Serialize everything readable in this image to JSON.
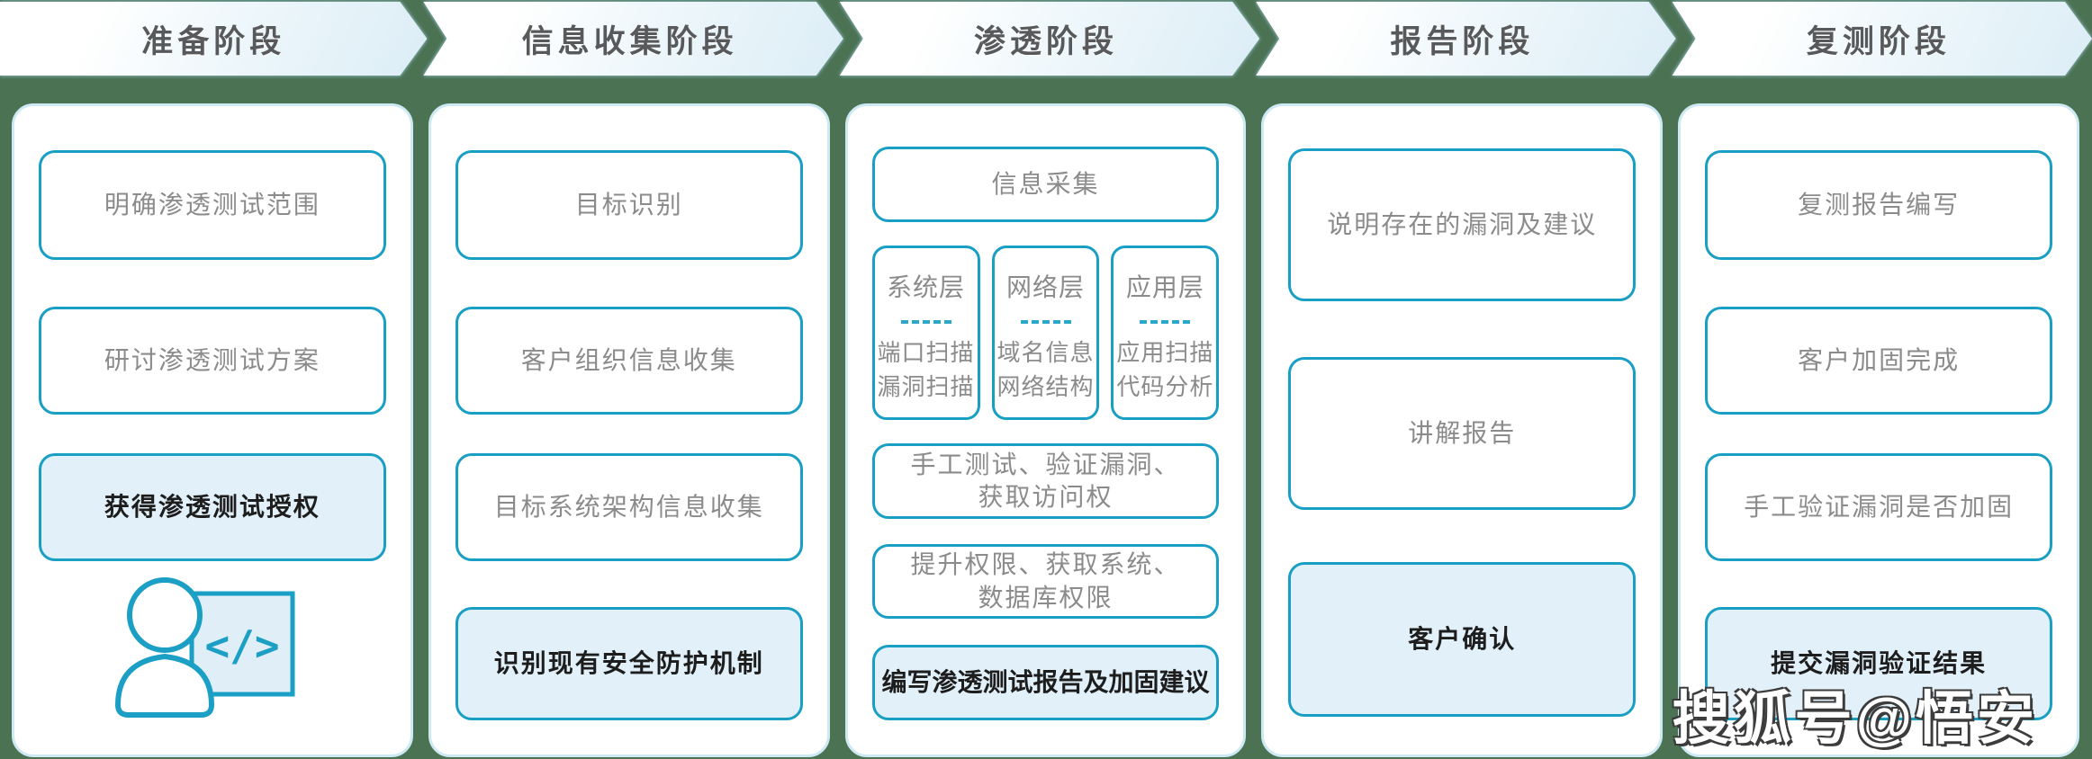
{
  "colors": {
    "background": "#4c7254",
    "box_border": "#189fc3",
    "highlight_fill": "#e2f1f9",
    "panel_border": "#cde9f3",
    "gray_text": "#8b8b8b",
    "dark_text": "#1d1d1d",
    "header_text": "#58595b",
    "dash": "#2aa7c9"
  },
  "header": {
    "phases": [
      "准备阶段",
      "信息收集阶段",
      "渗透阶段",
      "报告阶段",
      "复测阶段"
    ]
  },
  "columns": {
    "preparation": {
      "items": [
        "明确渗透测试范围",
        "研讨渗透测试方案",
        "获得渗透测试授权"
      ],
      "icon": "person-code-icon",
      "icon_glyph": "</>"
    },
    "info_gathering": {
      "items": [
        "目标识别",
        "客户组织信息收集",
        "目标系统架构信息收集",
        "识别现有安全防护机制"
      ]
    },
    "penetration": {
      "top": "信息采集",
      "layers": [
        {
          "title": "系统层",
          "lines": [
            "端口扫描",
            "漏洞扫描"
          ]
        },
        {
          "title": "网络层",
          "lines": [
            "域名信息",
            "网络结构"
          ]
        },
        {
          "title": "应用层",
          "lines": [
            "应用扫描",
            "代码分析"
          ]
        }
      ],
      "steps": [
        [
          "手工测试、验证漏洞、",
          "获取访问权"
        ],
        [
          "提升权限、获取系统、",
          "数据库权限"
        ],
        [
          "编写渗透测试报告及加固建议"
        ]
      ]
    },
    "report": {
      "items": [
        "说明存在的漏洞及建议",
        "讲解报告",
        "客户确认"
      ]
    },
    "retest": {
      "items": [
        "复测报告编写",
        "客户加固完成",
        "手工验证漏洞是否加固",
        "提交漏洞验证结果"
      ]
    }
  },
  "watermark": "搜狐号@悟安"
}
